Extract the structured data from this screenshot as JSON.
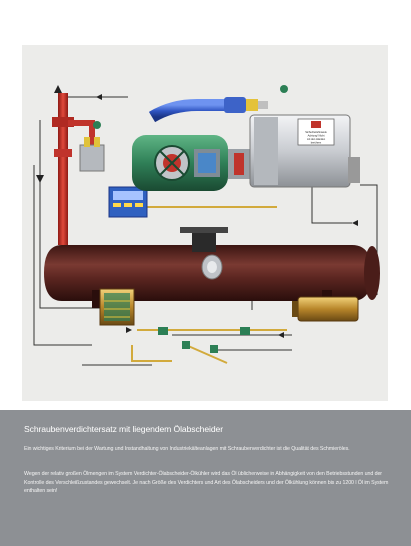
{
  "document": {
    "heading": "Schraubenverdichtersatz mit liegendem Ölabscheider",
    "paragraphs": [
      "Ein wichtiges Kriterium bei der Wartung und Instandhaltung von Industriekälteanlagen mit Schraubenverdichter ist die Qualität des Schmieröles.",
      "Wegen der relativ großen Ölmengen im System Verdichter-Ölabscheider-Ölkühler wird das Öl üblicherweise in Abhängigkeit von den Betriebsstunden und der Kontrolle des Verschleißzustandes gewechselt. Je nach Größe des Verdichters und Art des Ölabscheiders und der Ölkühlung können bis zu 1200 l Öl im System enthalten sein!"
    ]
  },
  "illustration": {
    "warning_plate_lines": [
      "Sicherheitshinweis",
      "Achtung! Nicht",
      "mit den Händen",
      "berühren"
    ]
  },
  "colors": {
    "background": "#ffffff",
    "illustration_frame": "#ececea",
    "text_band": "#8d9094",
    "separator_vessel": "#5a2a26",
    "motor": "#d8dbdf",
    "suction_pipe": "#3d63c8",
    "discharge_pipe": "#c0342c",
    "compressor_body": "#2f7f57",
    "oil_line": "#c7a23a"
  }
}
